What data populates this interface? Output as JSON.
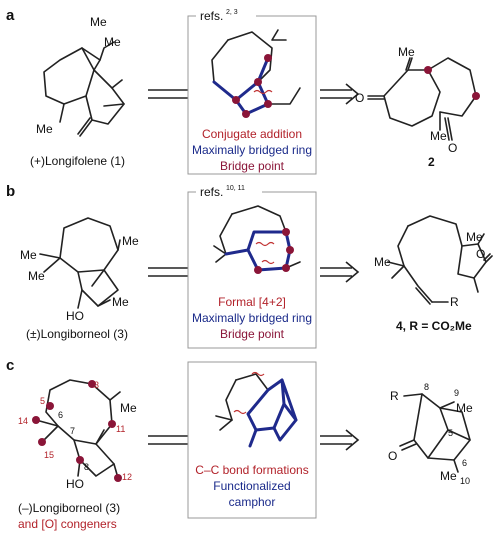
{
  "rows": {
    "a": {
      "panel": "a",
      "left_caption": "(+)Longifolene (1)",
      "refs": "refs.",
      "refs_sup": "2, 3",
      "box_lines": [
        "Conjugate addition",
        "Maximally bridged ring",
        "Bridge point"
      ],
      "right_label": "2",
      "atom_labels": {
        "me_top1": "Me",
        "me_top2": "Me",
        "me_left": "Me",
        "me_right1": "Me",
        "me_right2": "Me",
        "o1": "O",
        "o2": "O"
      }
    },
    "b": {
      "panel": "b",
      "left_caption": "(±)Longiborneol (3)",
      "refs": "refs.",
      "refs_sup": "10, 11",
      "box_lines": [
        "Formal [4+2]",
        "Maximally bridged ring",
        "Bridge point"
      ],
      "right_label": "4, R = CO₂Me",
      "atom_labels": {
        "me1": "Me",
        "me2": "Me",
        "me3": "Me",
        "me4": "Me",
        "ho": "HO",
        "me5": "Me",
        "me6": "Me",
        "o": "O",
        "r": "R"
      }
    },
    "c": {
      "panel": "c",
      "left_caption_1": "(–)Longiborneol (3)",
      "left_caption_2": "and [O] congeners",
      "box_lines": [
        "C–C bond formations",
        "Functionalized",
        "camphor"
      ],
      "atom_labels": {
        "me": "Me",
        "ho": "HO",
        "n3": "3",
        "n5": "5",
        "n6": "6",
        "n7": "7",
        "n8": "8",
        "n11": "11",
        "n12": "12",
        "n14": "14",
        "n15": "15",
        "r": "R",
        "rn8": "8",
        "rn9": "9",
        "rme": "Me",
        "rn5": "5",
        "rn6": "6",
        "o": "O",
        "rme10": "Me",
        "n10": "10"
      }
    }
  }
}
